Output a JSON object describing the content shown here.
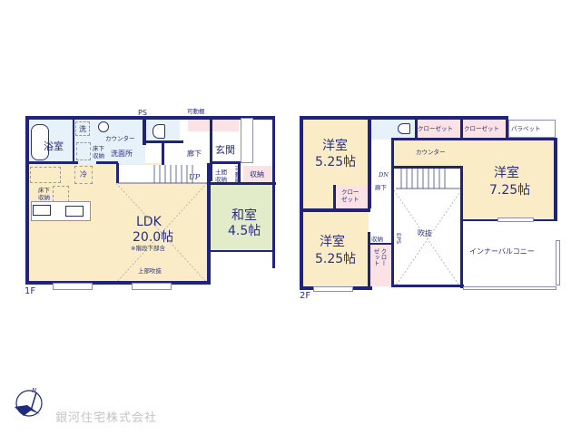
{
  "floor1": {
    "label": "1F",
    "rooms": {
      "bath": "浴室",
      "laundry": "洗",
      "counter": "カウンター",
      "underfloor1": "床下\n収納",
      "washroom": "洗面所",
      "ps": "PS",
      "shelf": "可動棚",
      "hallway": "廊下",
      "entrance": "玄関",
      "fridge": "冷",
      "underfloor2": "床下\n収納",
      "up": "UP",
      "doma_storage": "土間\n収納",
      "movable_shelf": "可動棚",
      "storage": "収納",
      "ldk_name": "LDK",
      "ldk_size": "20.0帖",
      "ldk_note": "※階段下部含",
      "ldk_open": "上部吹抜",
      "washitsu_name": "和室",
      "washitsu_size": "4.5帖"
    }
  },
  "floor2": {
    "label": "2F",
    "rooms": {
      "western1_name": "洋室",
      "western1_size": "5.25帖",
      "closet_a": "クロー\nゼット",
      "closet_b": "クローゼット",
      "closet_c": "クローゼット",
      "parapet": "パラペット",
      "counter": "カウンター",
      "dn": "DN",
      "hallway": "廊下",
      "western2_name": "洋室",
      "western2_size": "7.25帖",
      "western3_name": "洋室",
      "western3_size": "5.25帖",
      "storage": "収納",
      "eps": "EPS",
      "closet_d": "クロー\nゼット",
      "void": "吹抜",
      "inner_balcony": "インナーバルコニー"
    }
  },
  "footer": {
    "company": "銀河住宅株式会社",
    "compass": "N"
  },
  "colors": {
    "wall": "#1f237a",
    "yellow": "#fbecc8",
    "blue": "#e6f1fa",
    "pink": "#fbe3e5",
    "green": "#e2ecc9"
  }
}
